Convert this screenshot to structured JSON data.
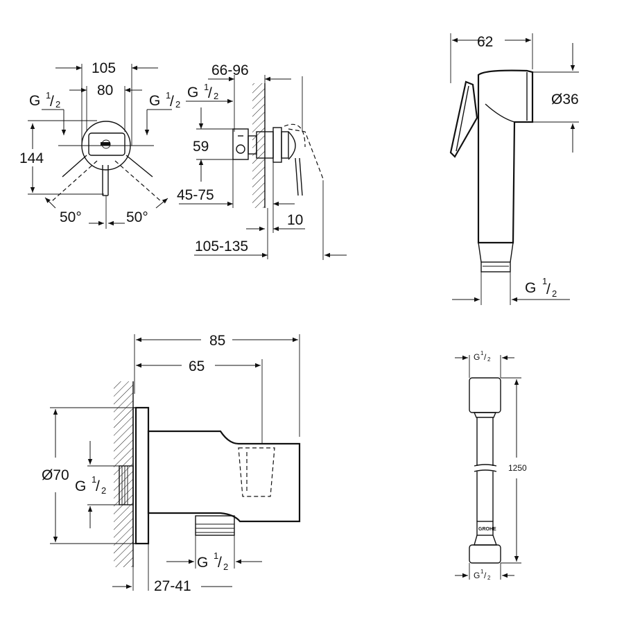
{
  "valve_view": {
    "dim_width_outer": "105",
    "dim_width_inner": "80",
    "dim_height": "144",
    "thread_left": "G",
    "thread_right": "G",
    "fraction_num": "1",
    "fraction_den": "2",
    "angle_left": "50°",
    "angle_right": "50°"
  },
  "valve_side": {
    "dim_wall_depth": "66-96",
    "dim_height": "59",
    "dim_body": "45-75",
    "dim_cover": "10",
    "dim_total": "105-135",
    "thread": "G"
  },
  "handshower": {
    "dim_width": "62",
    "dim_diameter": "Ø36",
    "thread": "G"
  },
  "outlet": {
    "dim_length_total": "85",
    "dim_length_inner": "65",
    "dim_diameter": "Ø70",
    "dim_wall": "27-41",
    "thread_inlet": "G",
    "thread_outlet": "G"
  },
  "hose": {
    "length": "1250",
    "thread_top": "G",
    "thread_bottom": "G",
    "brand_mark": "GROHE"
  }
}
